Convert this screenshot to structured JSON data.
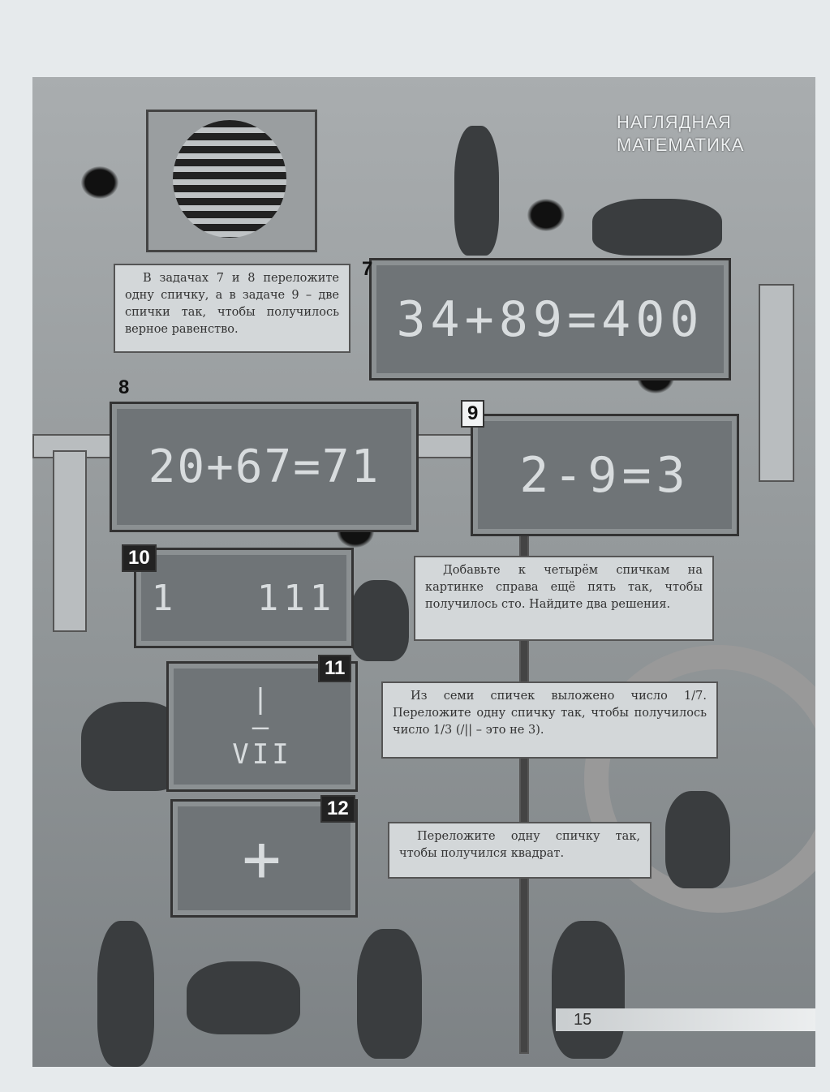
{
  "header": {
    "title_line1": "НАГЛЯДНАЯ",
    "title_line2": "МАТЕМАТИКА"
  },
  "intro_note": "В задачах 7 и 8 переложите одну спичку, а в задаче 9 – две спички так, чтобы получилось верное равенство.",
  "puzzles": [
    {
      "number": "7",
      "expression": "34+89=400"
    },
    {
      "number": "8",
      "expression": "20+67=71"
    },
    {
      "number": "9",
      "expression": "2-9=3"
    },
    {
      "number": "10",
      "expression": "1   111"
    },
    {
      "number": "11",
      "numerator": "|",
      "bar": "—",
      "denominator": "VII"
    },
    {
      "number": "12",
      "expression": "+"
    }
  ],
  "note_10": "Добавьте к четырём спичкам на картинке справа ещё пять так, чтобы получилось сто. Найдите два решения.",
  "note_11": "Из семи спичек выложено число 1/7. Переложите одну спичку так, чтобы получилось число 1/3 (/|| – это не 3).",
  "note_12": "Переложите одну спичку так, чтобы получился квадрат.",
  "page_number": "15"
}
